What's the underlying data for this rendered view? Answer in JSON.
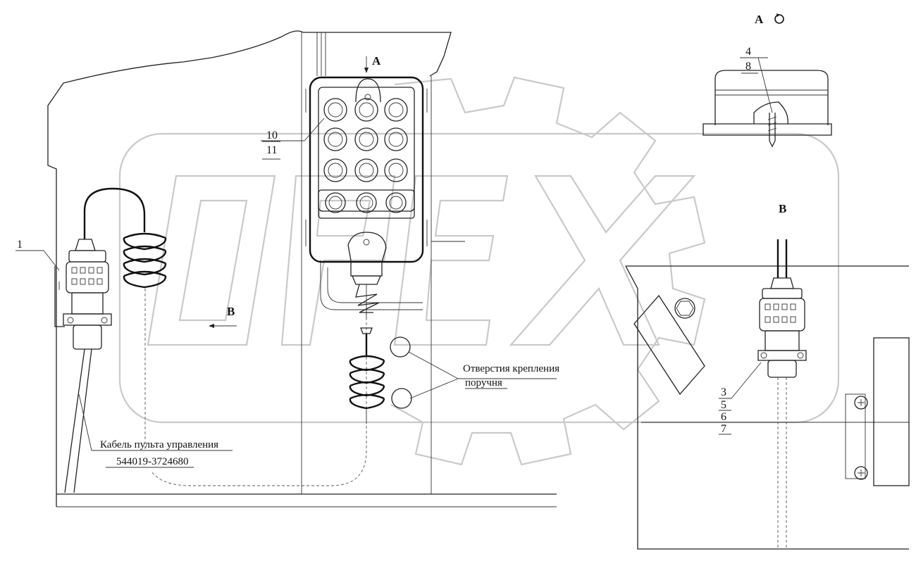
{
  "labels": {
    "view_a_title": "A",
    "view_a_arrow": "A",
    "view_b_title": "B",
    "view_b_arrow": "B",
    "pos_1": "1",
    "pos_4": "4",
    "pos_8": "8",
    "pos_10": "10",
    "pos_11": "11",
    "pos_3": "3",
    "pos_5": "5",
    "pos_6": "6",
    "pos_7": "7",
    "holes_line1": "Отверстия крепления",
    "holes_line2": "поручня",
    "cable_line1": "Кабель пульта управления",
    "cable_line2": "544019-3724680"
  },
  "watermark": "OPEX",
  "colors": {
    "lines": "#222222",
    "watermark": "#c9c9c9",
    "background": "#ffffff"
  }
}
